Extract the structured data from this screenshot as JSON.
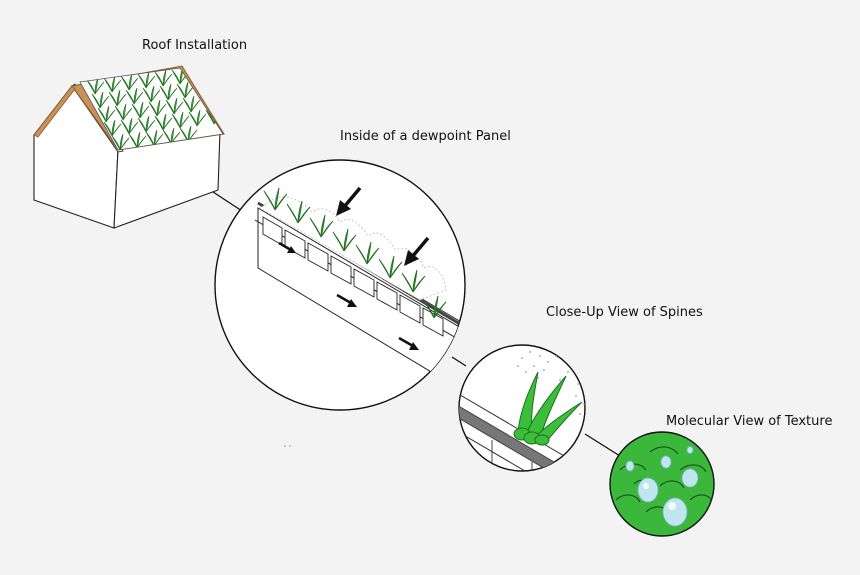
{
  "labels": {
    "roof": "Roof Installation",
    "panel": "Inside of a dewpoint Panel",
    "spines": "Close-Up View of Spines",
    "molecular": "Molecular View of Texture"
  },
  "colors": {
    "background": "#f3f3f3",
    "roof_edge": "#c8915a",
    "plant_green": "#3bbf3b",
    "plant_dark": "#1f6e1f",
    "molecule_green": "#3bb83b",
    "droplet": "#bfe6ef",
    "channel": "#666666",
    "arrow": "#111111"
  },
  "icons": [
    "house-icon",
    "plant-icon",
    "arrow-down-icon",
    "arrow-right-icon",
    "droplet-icon"
  ]
}
